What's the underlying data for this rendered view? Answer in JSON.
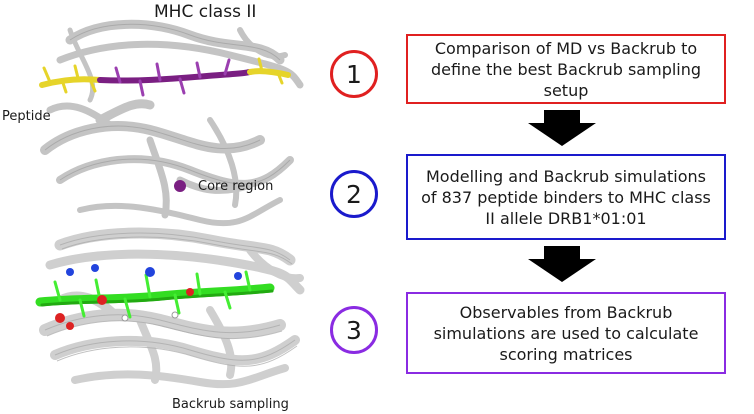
{
  "figure": {
    "mhc_title": "MHC class II",
    "peptide_label": "Peptide",
    "core_region_label": "Core region",
    "backrub_label": "Backrub sampling",
    "colors": {
      "step1": "#e02020",
      "step2": "#1a1acc",
      "step3": "#8a2be2",
      "core": "#7a1f82",
      "peptide": "#e6d42a",
      "sampling": "#33dd22",
      "protein": "#c4c4c4"
    }
  },
  "steps": [
    {
      "number": "1",
      "text": "Comparison of MD vs Backrub to define the best Backrub sampling setup"
    },
    {
      "number": "2",
      "text": "Modelling and Backrub simulations of 837 peptide binders to MHC class II allele DRB1*01:01"
    },
    {
      "number": "3",
      "text": "Observables from Backrub simulations are used to calculate scoring matrices"
    }
  ]
}
